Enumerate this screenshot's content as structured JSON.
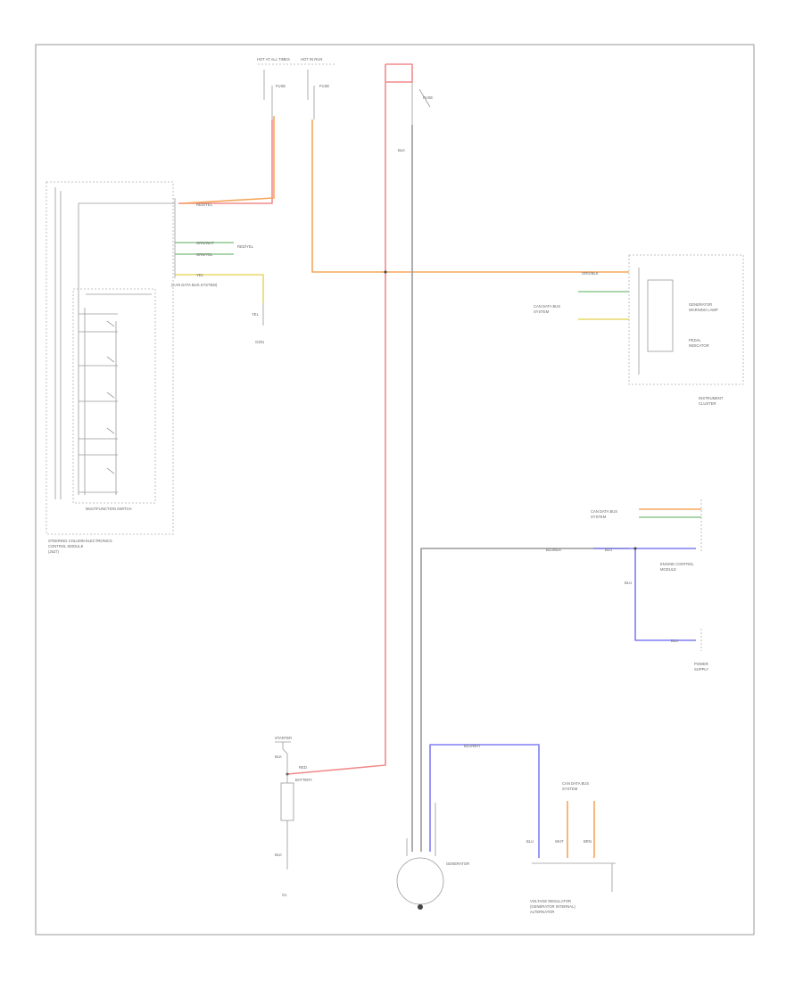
{
  "diagram": {
    "colors": {
      "red": "#f28b8b",
      "orange": "#f5a65b",
      "blue": "#7f7ff2",
      "green": "#8fc98f",
      "yellow": "#e8d96a",
      "gray": "#8a8a8a",
      "brown": "#c9a074",
      "black": "#444444"
    },
    "labels": {
      "fuse_box_1": "HOT AT ALL TIMES",
      "fuse_box_2": "HOT IN RUN",
      "fuse_a": "FUSE",
      "fuse_b": "FUSE",
      "fuse_c": "FUSE",
      "wire_red_top": "RED/YEL",
      "wire_orange_top": "ORG/BLK",
      "wire_red_main": "RED",
      "wire_top_right": "BLK",
      "bcm_wire": "RED/YEL",
      "bcm_gw1": "GRN/WHT",
      "bcm_gw2": "GRN/YEL",
      "bcm_yel": "YEL",
      "bcm_refer": "(CAN DATA BUS SYSTEM)",
      "ground_pt": "G301",
      "switch_title": "MULTIFUNCTION SWITCH",
      "switch_sub": "STEERING COLUMN ELECTRONICS",
      "switch_sub2": "CONTROL MODULE",
      "switch_sub3": "(J527)",
      "switch_sub4": "",
      "inst_wire": "ORG/BLK",
      "inst_refer": "CAN DATA BUS",
      "inst_refer2": "SYSTEM",
      "inst_lamp1": "GENERATOR",
      "inst_lamp2": "WARNING LAMP",
      "inst_lamp3": "PEDAL",
      "inst_lamp4": "INDICATOR",
      "inst_title": "INSTRUMENT",
      "inst_title2": "CLUSTER",
      "ecm_refer": "CAN DATA BUS",
      "ecm_refer2": "SYSTEM",
      "ecm_wire": "BLU/BLK",
      "ecm_blu": "BLU",
      "ecm_title": "ENGINE CONTROL",
      "ecm_title2": "MODULE",
      "blu_label": "BLU",
      "blu_label2": "BLU",
      "pcm_title": "POWER",
      "pcm_title2": "SUPPLY",
      "starter_label": "STARTER",
      "starter_wire": "RED",
      "battery_label": "BATTERY",
      "blk_label": "BLK",
      "blk_label2": "BLK",
      "gen_wire": "BLU/WHT",
      "gen_title": "GENERATOR",
      "reg_refer": "CAN DATA BUS",
      "reg_refer2": "SYSTEM",
      "gen_blu": "BLU",
      "gen_wht": "WHT",
      "gen_brn": "BRN",
      "gen_bot_title": "VOLTAGE REGULATOR",
      "gen_bot_title2": "(GENERATOR INTERNAL)",
      "gen_bot_title3": "ALTERNATOR",
      "footer_code": "",
      "g_label": "G1"
    }
  }
}
